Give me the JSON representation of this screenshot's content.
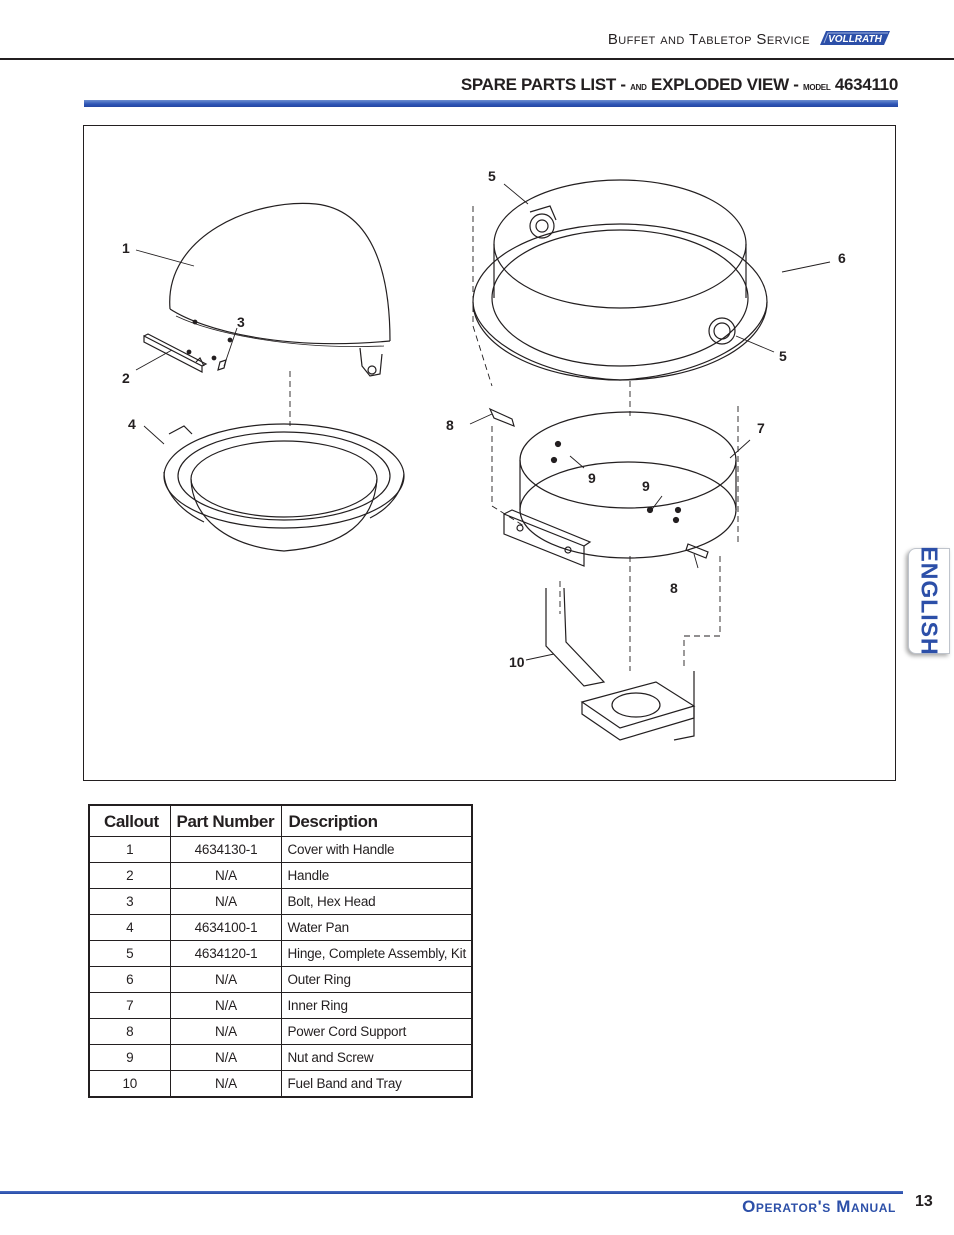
{
  "header": {
    "title": "Buffet and Tabletop Service",
    "logo": "VOLLRATH"
  },
  "section": {
    "title_part1": "SPARE PARTS LIST - ",
    "title_and": "and",
    "title_part2": " EXPLODED VIEW - ",
    "title_model_word": "model",
    "title_model": " 4634110",
    "accent_color": "#2c4fa8"
  },
  "diagram": {
    "callouts": [
      "1",
      "2",
      "3",
      "4",
      "5",
      "5",
      "6",
      "7",
      "8",
      "8",
      "9",
      "9",
      "10"
    ]
  },
  "side_tab": {
    "label": "ENGLISH"
  },
  "parts_table": {
    "headers": [
      "Callout",
      "Part Number",
      "Description"
    ],
    "rows": [
      {
        "callout": "1",
        "part": "4634130-1",
        "description": "Cover with Handle"
      },
      {
        "callout": "2",
        "part": "N/A",
        "description": "Handle"
      },
      {
        "callout": "3",
        "part": "N/A",
        "description": "Bolt, Hex Head"
      },
      {
        "callout": "4",
        "part": "4634100-1",
        "description": "Water Pan"
      },
      {
        "callout": "5",
        "part": "4634120-1",
        "description": "Hinge, Complete Assembly, Kit"
      },
      {
        "callout": "6",
        "part": "N/A",
        "description": "Outer Ring"
      },
      {
        "callout": "7",
        "part": "N/A",
        "description": "Inner Ring"
      },
      {
        "callout": "8",
        "part": "N/A",
        "description": "Power Cord Support"
      },
      {
        "callout": "9",
        "part": "N/A",
        "description": "Nut and Screw"
      },
      {
        "callout": "10",
        "part": "N/A",
        "description": "Fuel Band and Tray"
      }
    ]
  },
  "footer": {
    "title": "Operator's Manual",
    "page_number": "13"
  }
}
